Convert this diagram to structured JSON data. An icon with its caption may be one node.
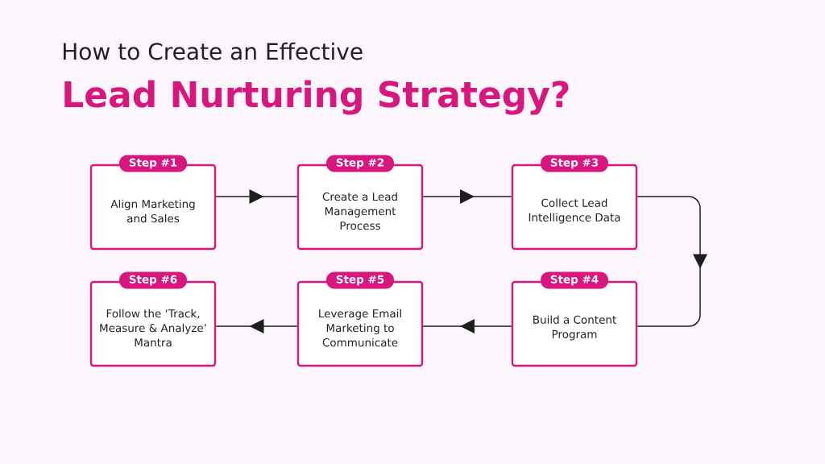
{
  "diagram": {
    "title": "How to Create an Effective",
    "nodes": [
      {
        "text": [
          "Step #1",
          "Align Marketing and Sales"
        ]
      },
      {
        "text": [
          "Step #2",
          "Create a Lead Management Process"
        ]
      },
      {
        "text": [
          "Step #3",
          "Collect Lead Intelligence Data"
        ]
      },
      {
        "text": [
          "Step #4",
          "Build a Content Program"
        ]
      },
      {
        "text": [
          "Step #5",
          "Leverage Email Marketing to Communicate"
        ]
      },
      {
        "text": [
          "Step #6",
          "Follow the ‘Track, Measure & Analyze’ Mantra"
        ]
      }
    ],
    "edges": [
      {
        "from": 0,
        "to": 1,
        "arrow": "to"
      },
      {
        "from": 1,
        "to": 2,
        "arrow": "to"
      },
      {
        "from": 2,
        "to": 3,
        "arrow": "to"
      },
      {
        "from": 3,
        "to": 4,
        "arrow": "to"
      },
      {
        "from": 4,
        "to": 5,
        "arrow": "to"
      }
    ],
    "labels": [
      "Lead Nurturing Strategy?"
    ]
  }
}
